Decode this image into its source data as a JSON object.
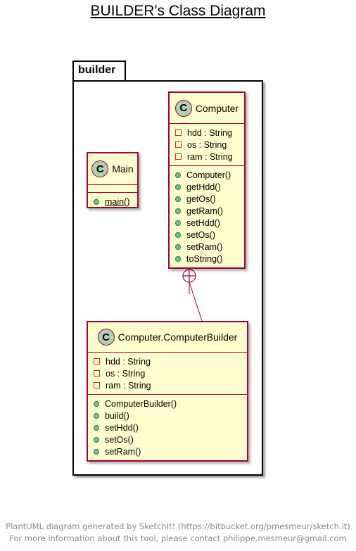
{
  "title": "BUILDER's Class Diagram",
  "package": {
    "name": "builder"
  },
  "classes": {
    "main": {
      "stereotype": "C",
      "name": "Main",
      "fields": [],
      "methods": [
        {
          "name": "main()"
        }
      ]
    },
    "computer": {
      "stereotype": "C",
      "name": "Computer",
      "fields": [
        {
          "name": "hdd : String"
        },
        {
          "name": "os : String"
        },
        {
          "name": "ram : String"
        }
      ],
      "methods": [
        {
          "name": "Computer()"
        },
        {
          "name": "getHdd()"
        },
        {
          "name": "getOs()"
        },
        {
          "name": "getRam()"
        },
        {
          "name": "setHdd()"
        },
        {
          "name": "setOs()"
        },
        {
          "name": "setRam()"
        },
        {
          "name": "toString()"
        }
      ]
    },
    "builder": {
      "stereotype": "C",
      "name": "Computer.ComputerBuilder",
      "fields": [
        {
          "name": "hdd : String"
        },
        {
          "name": "os : String"
        },
        {
          "name": "ram : String"
        }
      ],
      "methods": [
        {
          "name": "ComputerBuilder()"
        },
        {
          "name": "build()"
        },
        {
          "name": "setHdd()"
        },
        {
          "name": "setOs()"
        },
        {
          "name": "setRam()"
        }
      ]
    }
  },
  "footer": {
    "line1": "PlantUML diagram generated by SketchIt! (https://bitbucket.org/pmesmeur/sketch.it)",
    "line2": "For more information about this tool, please contact philippe.mesmeur@gmail.com"
  },
  "colors": {
    "class_bg": "#FEFECE",
    "class_border": "#A80036",
    "stereotype_circle": "#ADD1B2",
    "private_marker": "#C82930",
    "public_marker": "#84BE84"
  }
}
